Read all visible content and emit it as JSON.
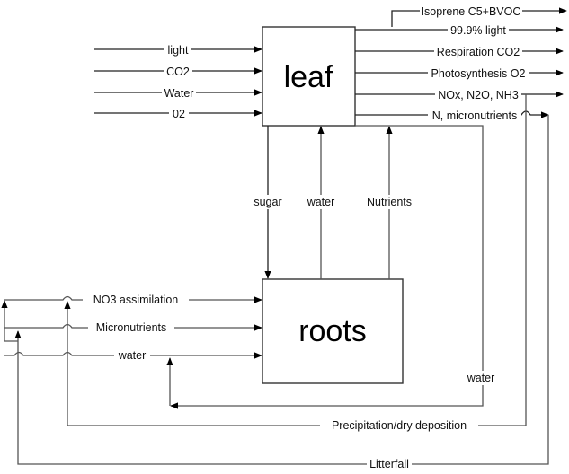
{
  "nodes": {
    "leaf": "leaf",
    "roots": "roots"
  },
  "leaf_inputs": [
    "light",
    "CO2",
    "Water",
    "02"
  ],
  "leaf_outputs": [
    "Isoprene C5+BVOC",
    "99.9% light",
    "Respiration CO2",
    "Photosynthesis O2",
    "NOx, N2O, NH3",
    "N, micronutrients"
  ],
  "transport": {
    "sugar": "sugar",
    "water": "water",
    "nutrients": "Nutrients"
  },
  "roots_inputs": [
    "NO3 assimilation",
    "Micronutrients",
    "water"
  ],
  "loops": {
    "water_return": "water",
    "precipitation": "Precipitation/dry deposition",
    "litterfall": "Litterfall"
  }
}
